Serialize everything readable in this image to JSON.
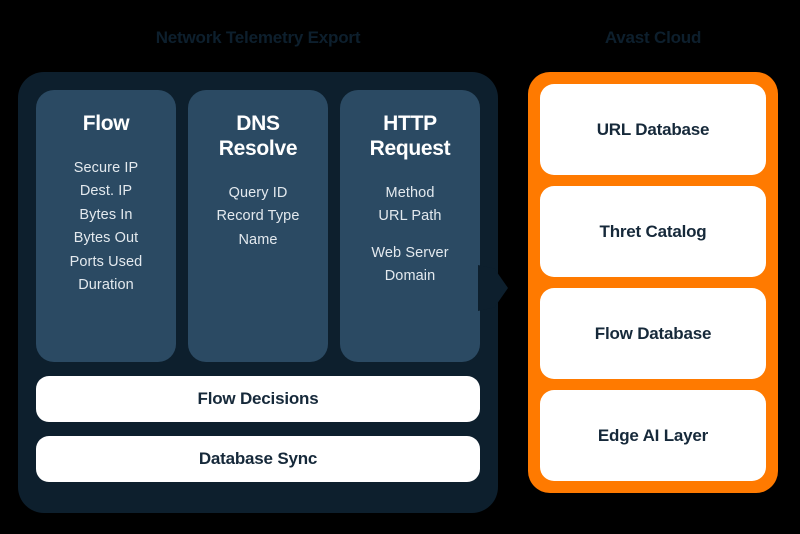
{
  "diagram": {
    "background_color": "#000000",
    "left": {
      "title": "Network Telemetry Export",
      "panel_color": "#0d1f2d",
      "card_color": "#2b4a63",
      "columns": [
        {
          "title": "Flow",
          "items": [
            "Secure IP",
            "Dest. IP",
            "Bytes In",
            "Bytes Out",
            "Ports Used",
            "Duration"
          ]
        },
        {
          "title": "DNS Resolve",
          "items": [
            "Query ID",
            "Record Type",
            "Name"
          ]
        },
        {
          "title": "HTTP Request",
          "items": [
            "Method",
            "URL Path",
            "Web Server",
            "Domain"
          ]
        }
      ],
      "bars": [
        {
          "label": "Flow Decisions"
        },
        {
          "label": "Database Sync"
        }
      ]
    },
    "right": {
      "title": "Avast Cloud",
      "panel_color": "#ff7a00",
      "cards": [
        {
          "label": "URL Database"
        },
        {
          "label": "Thret Catalog"
        },
        {
          "label": "Flow Database"
        },
        {
          "label": "Edge AI Layer"
        }
      ]
    },
    "connector": {
      "name": "arrow-right-icon",
      "color": "#0d1f2d"
    }
  }
}
